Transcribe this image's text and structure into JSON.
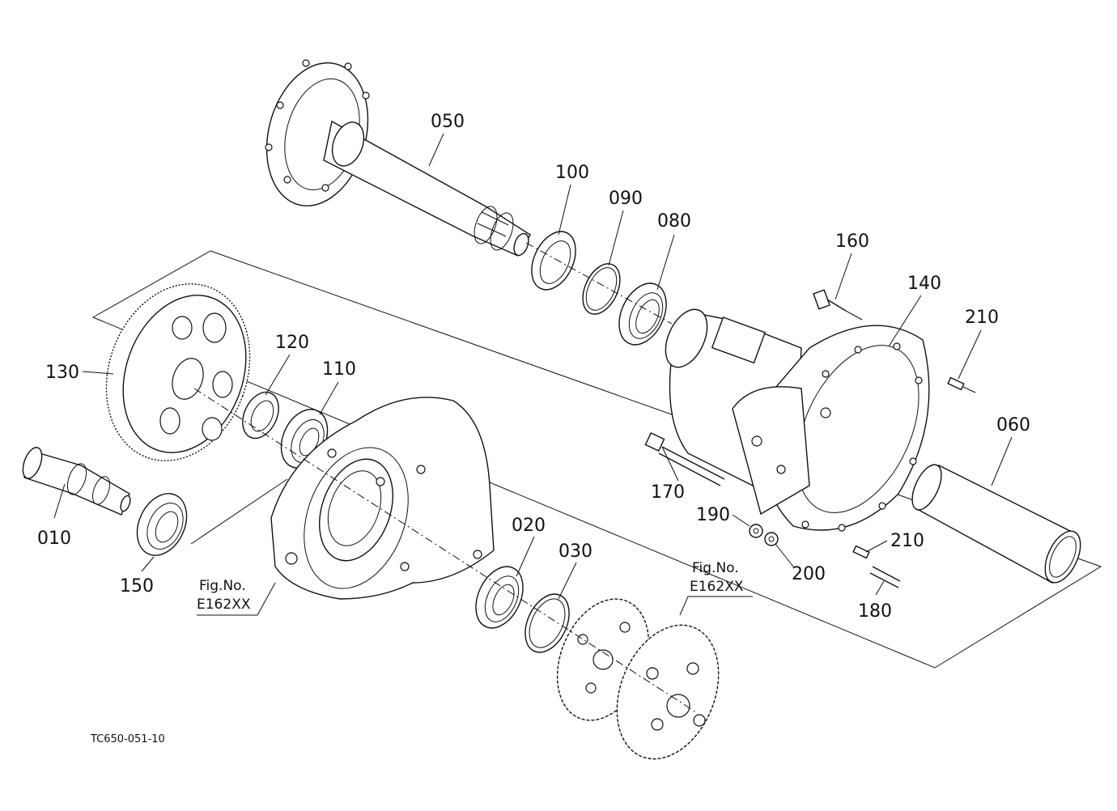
{
  "diagram": {
    "drawing_code": "TC650-051-10",
    "part_labels": [
      "050",
      "100",
      "090",
      "080",
      "160",
      "140",
      "210",
      "130",
      "120",
      "110",
      "060",
      "010",
      "170",
      "190",
      "210",
      "150",
      "200",
      "020",
      "030",
      "180"
    ],
    "figure_refs": [
      {
        "line1": "Fig.No.",
        "line2": "E162XX"
      },
      {
        "line1": "Fig.No.",
        "line2": "E162XX"
      }
    ]
  }
}
